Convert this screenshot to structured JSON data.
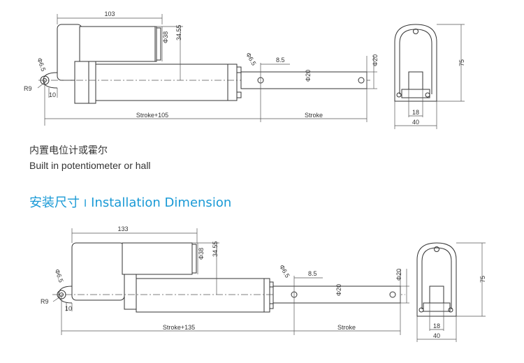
{
  "top_drawing": {
    "length_label": "103",
    "dia_motor": "Φ38",
    "height": "34.55",
    "hole_left": "Φ6.5",
    "radius": "R9",
    "offset": "10",
    "hole_right": "Φ6.5",
    "tip_offset": "8.5",
    "rod_dia": "Φ20",
    "tip_dia": "Φ20",
    "stroke_total": "Stroke+105",
    "stroke": "Stroke",
    "side_height": "75",
    "side_inner": "18",
    "side_width": "40"
  },
  "caption": {
    "cn": "内置电位计或霍尔",
    "en": "Built in potentiometer or hall"
  },
  "section": {
    "cn": "安装尺寸",
    "sep": "I",
    "en": "Installation Dimension"
  },
  "bottom_drawing": {
    "length_label": "133",
    "dia_motor": "Φ38",
    "height": "34.55",
    "hole_left": "Φ6.5",
    "radius": "R9",
    "offset": "10",
    "hole_right": "Φ6.5",
    "tip_offset": "8.5",
    "rod_dia": "Φ20",
    "tip_dia": "Φ20",
    "stroke_total": "Stroke+135",
    "stroke": "Stroke",
    "side_height": "75",
    "side_inner": "18",
    "side_width": "40"
  }
}
